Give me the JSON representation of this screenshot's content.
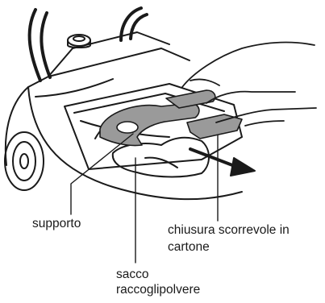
{
  "labels": {
    "supporto": "supporto",
    "chiusura_line1": "chiusura scorrevole in",
    "chiusura_line2": "cartone",
    "sacco_line1": "sacco",
    "sacco_line2": "raccoglipolvere"
  },
  "colors": {
    "ink": "#1a1a1a",
    "part_fill": "#9a9a9a",
    "background": "#ffffff"
  }
}
